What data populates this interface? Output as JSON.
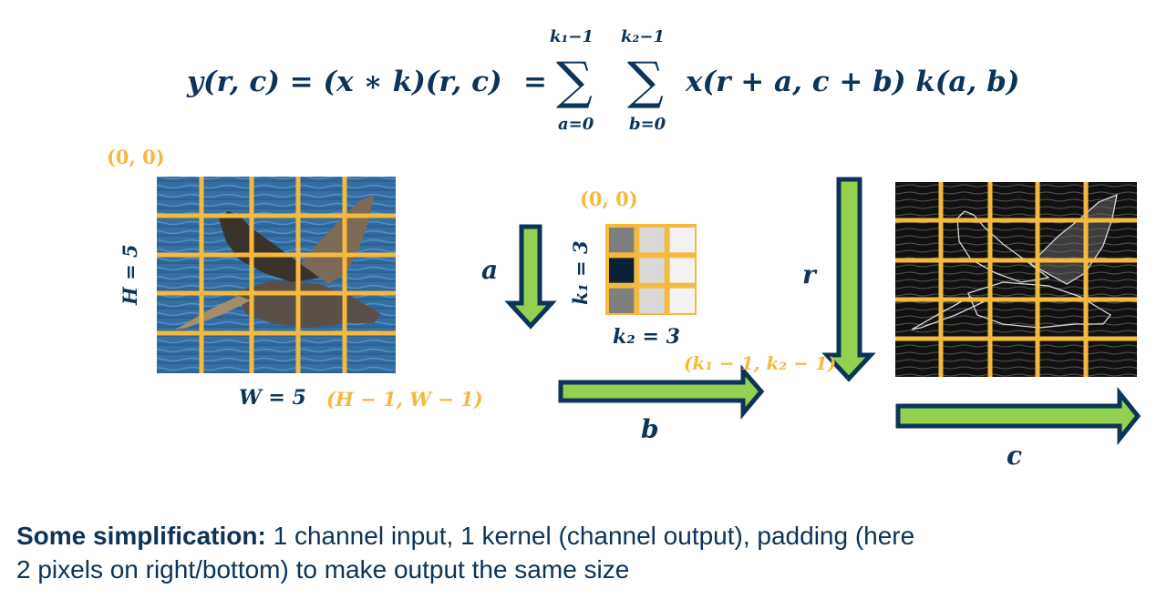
{
  "formula": {
    "lhs": "y(r, c) = (x ∗ k)(r, c)",
    "equals": "=",
    "sum1_upper": "k₁−1",
    "sum1_lower": "a=0",
    "sum2_upper": "k₂−1",
    "sum2_lower": "b=0",
    "sum_symbol": "∑",
    "body": "x(r + a, c + b) k(a, b)"
  },
  "input_image": {
    "origin_label": "(0, 0)",
    "height_label": "H = 5",
    "width_label": "W = 5",
    "end_label": "(H − 1, W − 1)",
    "grid_rows": 5,
    "grid_cols": 5
  },
  "kernel": {
    "origin_label": "(0, 0)",
    "k1_label": "k₁ = 3",
    "k2_label": "k₂ = 3",
    "end_label": "(k₁ − 1, k₂ − 1)",
    "cells": [
      [
        "#7f7f7f",
        "#d9d9d9",
        "#f2f2f2"
      ],
      [
        "#0a2236",
        "#d9d9d9",
        "#f2f2f2"
      ],
      [
        "#7f7f7f",
        "#d9d9d9",
        "#f2f2f2"
      ]
    ]
  },
  "arrows": {
    "a_label": "a",
    "b_label": "b",
    "r_label": "r",
    "c_label": "c"
  },
  "output_image": {
    "grid_rows": 5,
    "grid_cols": 5
  },
  "caption": {
    "bold": "Some simplification:",
    "line1": " 1 channel input, 1 kernel (channel output), padding (here",
    "line2": "2 pixels on right/bottom) to make output the same size"
  },
  "colors": {
    "navy": "#0c3358",
    "yellow": "#f5b93e",
    "green": "#92d050"
  }
}
